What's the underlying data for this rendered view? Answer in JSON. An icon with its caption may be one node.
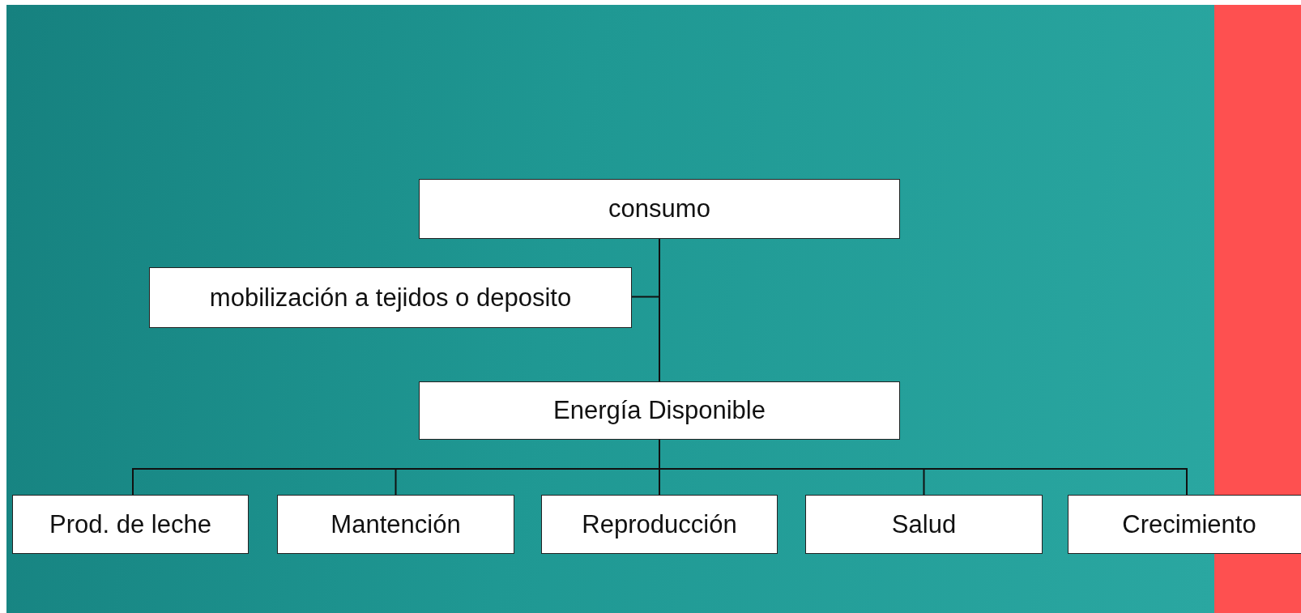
{
  "diagram": {
    "nodes": [
      {
        "text": [
          "consumo"
        ]
      },
      {
        "text": [
          "mobilización a tejidos o deposito"
        ]
      },
      {
        "text": [
          "Energía Disponible"
        ]
      },
      {
        "text": [
          "Prod. de leche"
        ]
      },
      {
        "text": [
          "Mantención"
        ]
      },
      {
        "text": [
          "Reproducción"
        ]
      },
      {
        "text": [
          "Salud"
        ]
      },
      {
        "text": [
          "Crecimiento"
        ]
      }
    ],
    "edges": [
      {
        "from": 0,
        "to": 2,
        "arrow": "none"
      },
      {
        "from": 1,
        "to": 2,
        "arrow": "none"
      },
      {
        "from": 2,
        "to": 3,
        "arrow": "none"
      },
      {
        "from": 2,
        "to": 4,
        "arrow": "none"
      },
      {
        "from": 2,
        "to": 5,
        "arrow": "none"
      },
      {
        "from": 2,
        "to": 6,
        "arrow": "none"
      },
      {
        "from": 2,
        "to": 7,
        "arrow": "none"
      }
    ]
  }
}
